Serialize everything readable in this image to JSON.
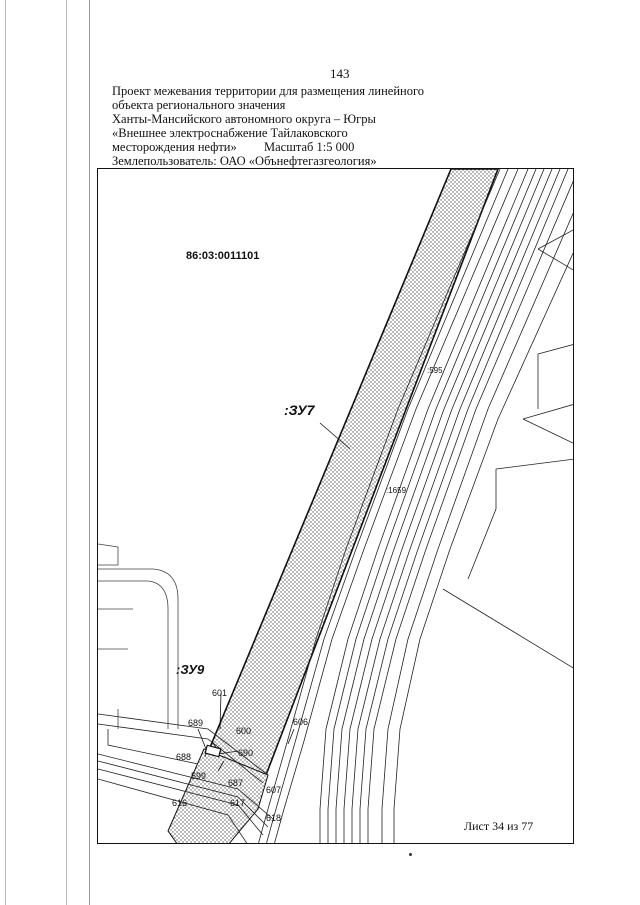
{
  "page_number": "143",
  "header": {
    "line1": "Проект межевания территории для размещения линейного",
    "line2": "объекта регионального значения",
    "line3": "Ханты-Мансийского автономного округа – Югры",
    "line4": "«Внешнее электроснабжение Тайлаковского",
    "line5a": "месторождения нефти»",
    "line5b": "Масштаб 1:5 000",
    "line6": "Землепользователь: ОАО «Обънефтегазгеология»"
  },
  "map": {
    "cadastral_block": "86:03:0011101",
    "parcels": {
      "zu7": ":ЗУ7",
      "zu9": ":ЗУ9"
    },
    "road_labels": {
      "r595": ":595",
      "r1659": ":1659"
    },
    "points": {
      "p601": "601",
      "p600": "600",
      "p689": "689",
      "p690": "690",
      "p688": "688",
      "p599": "599",
      "p687": "687",
      "p606": "606",
      "p607": "607",
      "p616": "616",
      "p617": "617",
      "p618": "618"
    }
  },
  "sheet": "Лист 34 из 77"
}
